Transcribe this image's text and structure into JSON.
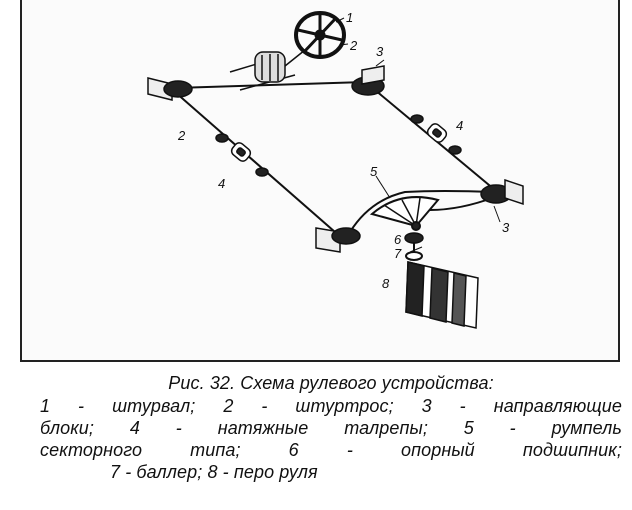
{
  "labels": {
    "n1": "1",
    "n2a": "2",
    "n2b": "2",
    "n3a": "3",
    "n3b": "3",
    "n4a": "4",
    "n4b": "4",
    "n5": "5",
    "n6": "6",
    "n7": "7",
    "n8": "8"
  },
  "caption": {
    "title": "Рис. 32. Схема рулевого устройства:",
    "line1": "1 - штурвал; 2 - штуртрос; 3 - направляющие",
    "line2": "блоки; 4 - натяжные талрепы; 5 - румпель",
    "line3": "секторного типа; 6 - опорный подшипник;",
    "line4": "7 - баллер; 8 - перо руля"
  }
}
